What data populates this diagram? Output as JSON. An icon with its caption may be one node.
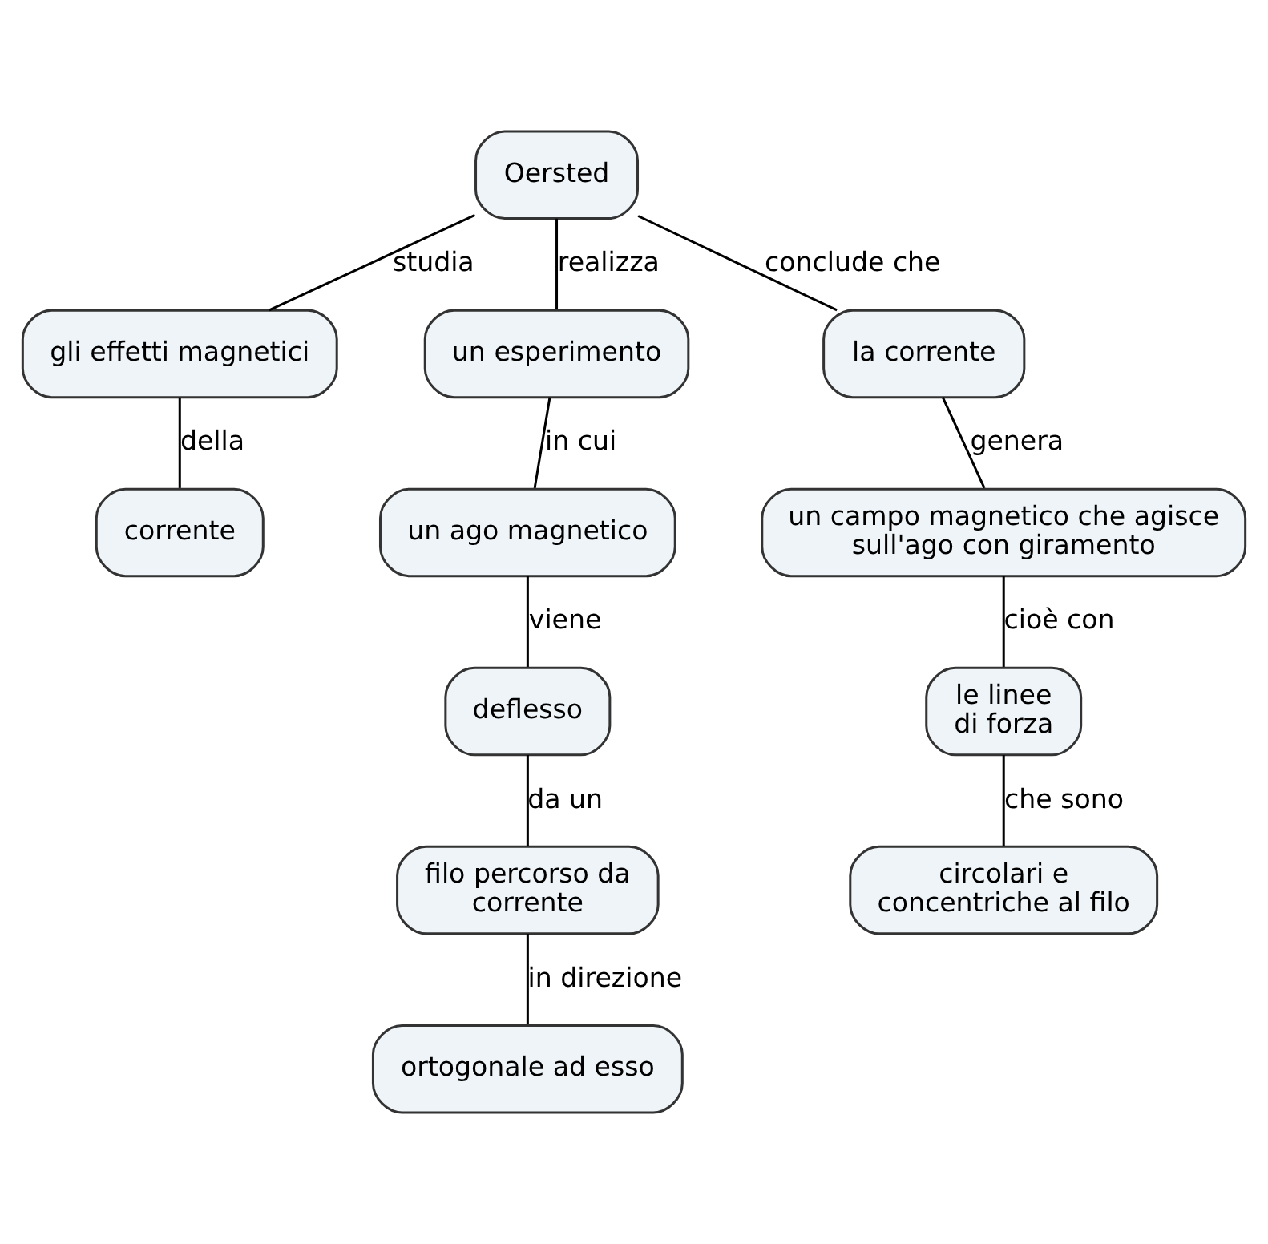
{
  "diagram": {
    "nodes": [
      {
        "text": [
          "Oersted"
        ]
      },
      {
        "text": [
          "gli effetti magnetici"
        ]
      },
      {
        "text": [
          "corrente"
        ]
      },
      {
        "text": [
          "un esperimento"
        ]
      },
      {
        "text": [
          "un ago magnetico"
        ]
      },
      {
        "text": [
          "deflesso"
        ]
      },
      {
        "text": [
          "filo percorso da corrente"
        ]
      },
      {
        "text": [
          "ortogonale ad esso"
        ]
      },
      {
        "text": [
          "la corrente"
        ]
      },
      {
        "text": [
          "un campo magnetico che agisce sull'ago con giramento"
        ]
      },
      {
        "text": [
          "le linee di forza"
        ]
      },
      {
        "text": [
          "circolari e concentriche al filo"
        ]
      }
    ],
    "edges": [
      {
        "from": 0,
        "to": 1,
        "arrow": "none",
        "label": "studia"
      },
      {
        "from": 0,
        "to": 3,
        "arrow": "none",
        "label": "realizza"
      },
      {
        "from": 0,
        "to": 8,
        "arrow": "none",
        "label": "conclude che"
      },
      {
        "from": 1,
        "to": 2,
        "arrow": "none",
        "label": "della"
      },
      {
        "from": 3,
        "to": 4,
        "arrow": "none",
        "label": "in cui"
      },
      {
        "from": 4,
        "to": 5,
        "arrow": "none",
        "label": "viene"
      },
      {
        "from": 5,
        "to": 6,
        "arrow": "none",
        "label": "da un"
      },
      {
        "from": 6,
        "to": 7,
        "arrow": "none",
        "label": "in direzione"
      },
      {
        "from": 8,
        "to": 9,
        "arrow": "none",
        "label": "genera"
      },
      {
        "from": 9,
        "to": 10,
        "arrow": "none",
        "label": "cioè con"
      },
      {
        "from": 10,
        "to": 11,
        "arrow": "none",
        "label": "che sono"
      }
    ]
  }
}
